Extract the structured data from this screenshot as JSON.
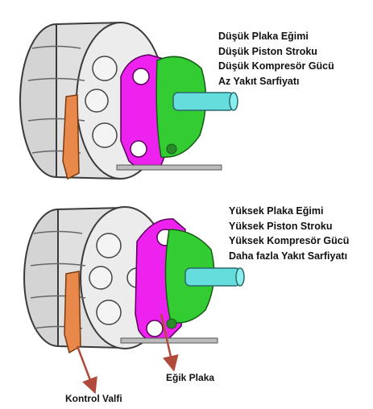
{
  "top_state": {
    "lines": [
      "Düşük Plaka Eğimi",
      "Düşük Piston Stroku",
      "Düşük Kompresör Gücü",
      "Az Yakıt Sarfiyatı"
    ]
  },
  "bottom_state": {
    "lines": [
      "Yüksek Plaka Eğimi",
      "Yüksek Piston Stroku",
      "Yüksek Kompresör Gücü",
      "Daha fazla Yakıt Sarfiyatı"
    ]
  },
  "callouts": {
    "swash_plate": "Eğik Plaka",
    "control_valve": "Kontrol Valfi"
  },
  "colors": {
    "housing": "#d9d9d9",
    "outline": "#3a3a3a",
    "pistons": "#ee22ee",
    "swash_plate": "#33cc33",
    "shaft": "#66dddd",
    "control_valve": "#e8884a",
    "arrow": "#b04a3a"
  }
}
